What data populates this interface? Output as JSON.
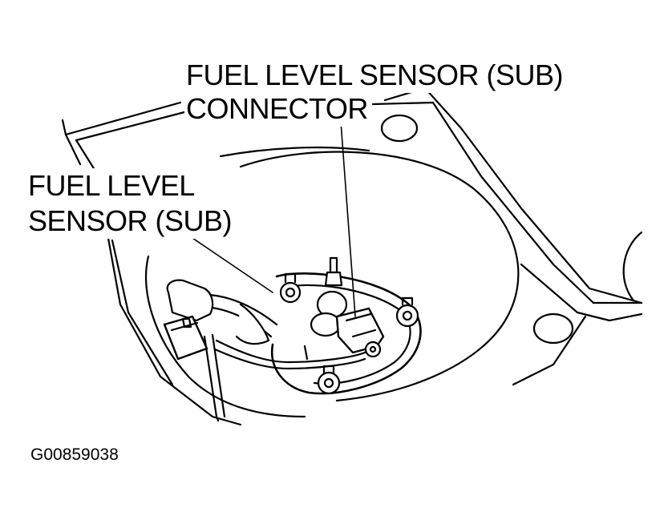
{
  "labels": {
    "connector_line1": "FUEL LEVEL SENSOR (SUB)",
    "connector_line2": "CONNECTOR",
    "sensor_line1": "FUEL LEVEL",
    "sensor_line2": "SENSOR (SUB)",
    "figure_id": "G00859038"
  }
}
